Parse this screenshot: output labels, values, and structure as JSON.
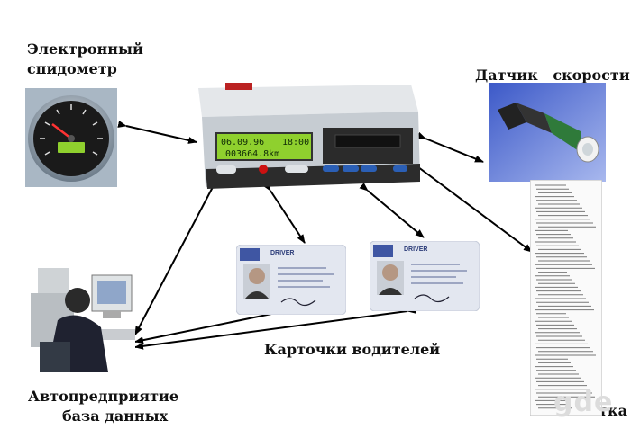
{
  "labels": {
    "speedometer_line1": "Электронный",
    "speedometer_line2": "спидометр",
    "sensor": "Датчик   скорости",
    "cards": "Карточки водителей",
    "fleet_line1": "Автопредприятие",
    "fleet_line2": "база данных",
    "printout": "Распечатка"
  },
  "tachograph": {
    "date": "06.09.96",
    "time": "18:00",
    "odometer": "003664.8km"
  },
  "driver_card": {
    "header": "DRIVER"
  },
  "watermark": "gde",
  "colors": {
    "arrow": "#000000",
    "device_body": "#c6ccd2",
    "lcd_bg": "#8fd02e",
    "button_blue": "#2b5fb5",
    "card_bg": "#e3e7f0",
    "card_header": "#3f56a3"
  }
}
